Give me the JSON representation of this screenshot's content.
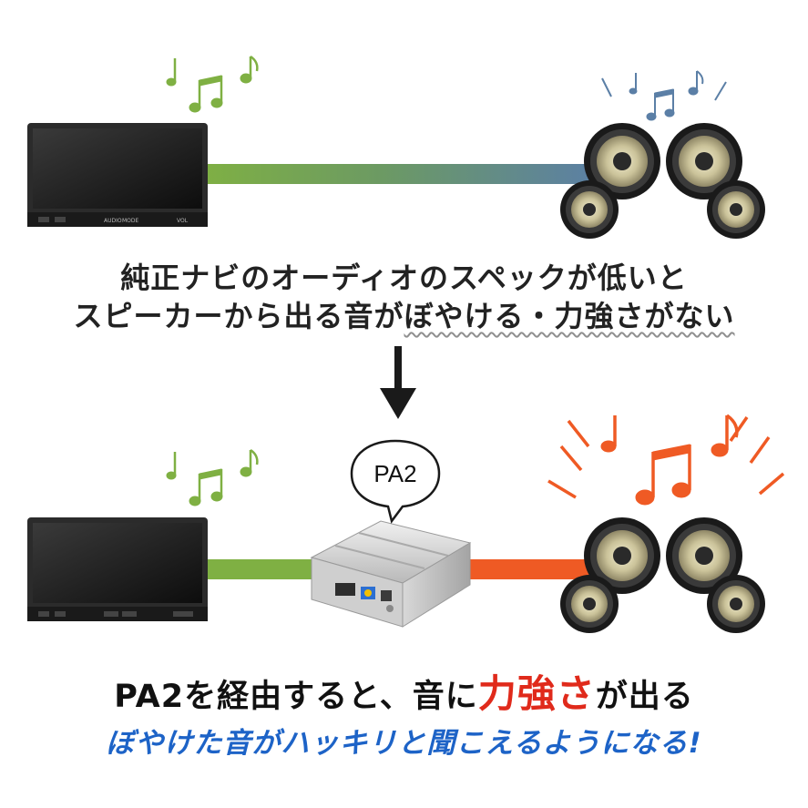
{
  "top": {
    "line1": "純正ナビのオーディオのスペックが低いと",
    "line2a": "スピーカーから出る音が",
    "line2b": "ぼやける・力強さがない",
    "nav_buttons": [
      "AUDIO",
      "MODE",
      "VOL"
    ]
  },
  "bubble": {
    "label": "PA2"
  },
  "bottom": {
    "line1a": "PA2を経由すると、音に",
    "line1b": "力強さ",
    "line1c": "が出る",
    "line2": "ぼやけた音がハッキリと聞こえるようになる!"
  },
  "colors": {
    "green": "#7fb043",
    "slate": "#5b7fa6",
    "orange": "#ef5a24",
    "blue": "#1d63c7",
    "red": "#e02a1b",
    "yellow": "#ffea00"
  }
}
